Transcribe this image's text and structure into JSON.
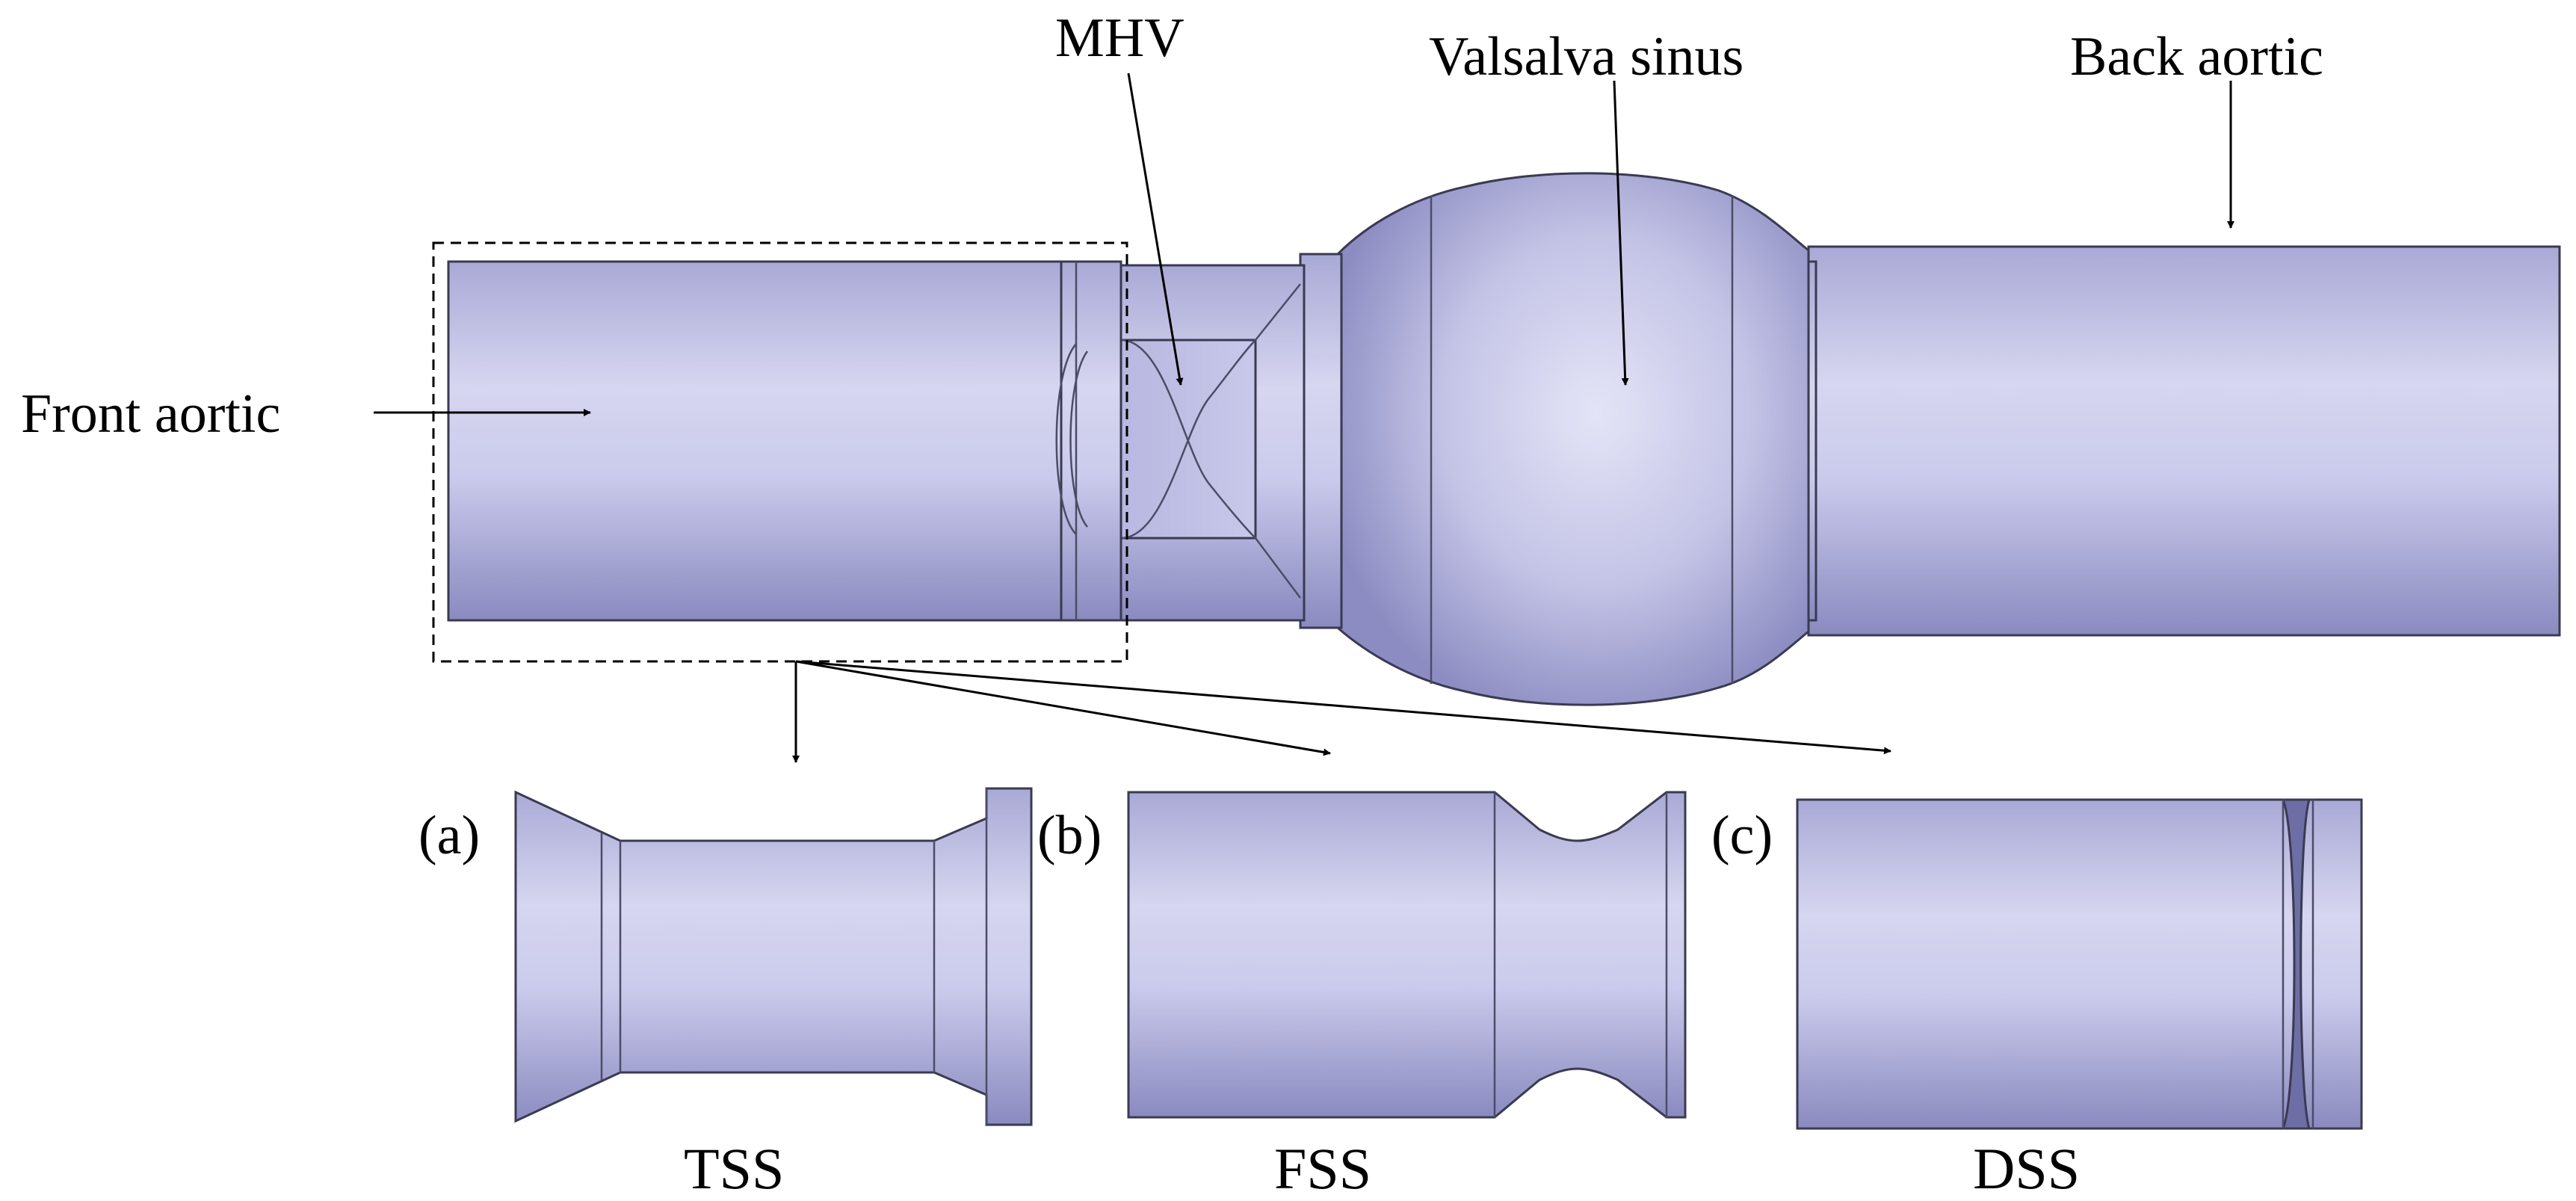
{
  "labels": {
    "mhv": "MHV",
    "valsalva_sinus": "Valsalva sinus",
    "back_aortic": "Back aortic",
    "front_aortic": "Front aortic"
  },
  "variants": [
    {
      "tag": "(a)",
      "name": "TSS"
    },
    {
      "tag": "(b)",
      "name": "FSS"
    },
    {
      "tag": "(c)",
      "name": "DSS"
    }
  ],
  "colors": {
    "body_light": "#d9d9f2",
    "body_mid": "#b7b7e0",
    "body_dark": "#8e8ec4",
    "outline": "#3a3a52",
    "text": "#000000"
  }
}
